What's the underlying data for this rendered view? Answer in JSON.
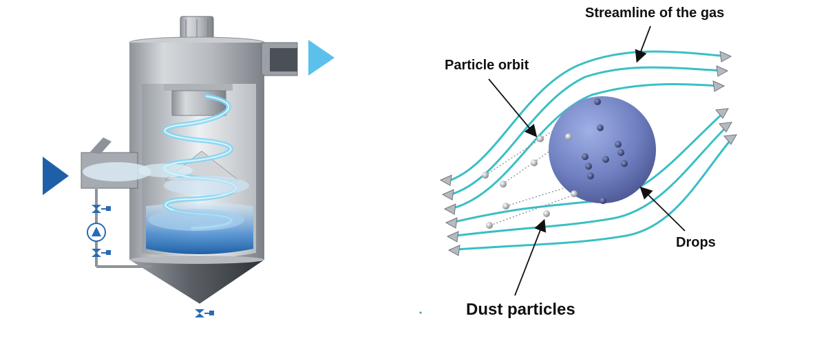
{
  "labels": {
    "streamline": "Streamline of the gas",
    "particle_orbit": "Particle orbit",
    "drops": "Drops",
    "dust_particles": "Dust particles"
  },
  "icons": {
    "inlet": "inlet-arrow-icon",
    "outlet": "outlet-arrow-icon",
    "pump": "pump-icon",
    "valve": "valve-icon"
  },
  "colors": {
    "streamline": "#39bfc4",
    "inlet_arrow": "#1f5fa8",
    "outlet_arrow": "#5bc0ec",
    "vessel": "#a8adb3",
    "drop_sphere": "#6f7fc0",
    "swirl": "#7fd6f5"
  }
}
